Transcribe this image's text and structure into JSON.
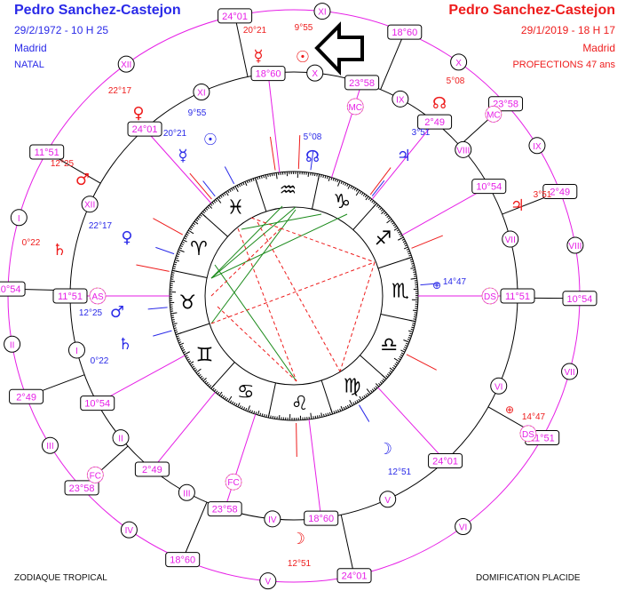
{
  "natal": {
    "name": "Pedro Sanchez-Castejon",
    "datetime": "29/2/1972 - 10 H 25",
    "place": "Madrid",
    "type": "NATAL"
  },
  "profection": {
    "name": "Pedro Sanchez-Castejon",
    "datetime": "29/1/2019 - 18 H 17",
    "place": "Madrid",
    "type": "PROFECTIONS 47 ans"
  },
  "footer": {
    "zodiac": "ZODIAQUE TROPICAL",
    "houses": "DOMIFICATION PLACIDE"
  },
  "colors": {
    "natal": "#2a2ae8",
    "profection": "#ee1c1c",
    "cusp": "#e61ee6",
    "aspect_harmonic": "#1a8a1a",
    "aspect_tense": "#ee1c1c"
  },
  "signs": [
    "♈",
    "♉",
    "♊",
    "♋",
    "♌",
    "♍",
    "♎",
    "♏",
    "♐",
    "♑",
    "♒",
    "♓"
  ],
  "natal_houses": {
    "cusps": [
      "11°51",
      "10°54",
      "2°49",
      "23°58",
      "18°60",
      "24°01",
      "11°51",
      "10°54",
      "2°49",
      "23°58",
      "18°60",
      "24°01"
    ],
    "numerals": [
      "I",
      "II",
      "III",
      "IV",
      "V",
      "VI",
      "VII",
      "VIII",
      "IX",
      "X",
      "XI",
      "XII"
    ],
    "angles": [
      "AS",
      "DS",
      "MC",
      "FC"
    ]
  },
  "profection_houses": {
    "cusps": [
      "10°54",
      "2°49",
      "23°58",
      "18°60",
      "24°01",
      "11°51",
      "10°54",
      "2°49",
      "23°58",
      "18°60",
      "24°01",
      "11°51"
    ],
    "numerals": [
      "I",
      "II",
      "III",
      "IV",
      "V",
      "VI",
      "VII",
      "VIII",
      "IX",
      "X",
      "XI",
      "XII"
    ],
    "angles": [
      "MC",
      "DS",
      "FC"
    ]
  },
  "natal_planets": [
    {
      "name": "mercury",
      "glyph": "☿",
      "degree": "20°21"
    },
    {
      "name": "sun",
      "glyph": "☉",
      "degree": "9°55"
    },
    {
      "name": "north-node",
      "glyph": "☊",
      "degree": "5°08"
    },
    {
      "name": "jupiter",
      "glyph": "♃",
      "degree": "3°51"
    },
    {
      "name": "venus",
      "glyph": "♀",
      "degree": "22°17"
    },
    {
      "name": "mars",
      "glyph": "♂",
      "degree": "12°25"
    },
    {
      "name": "saturn",
      "glyph": "♄",
      "degree": "0°22"
    },
    {
      "name": "part-of-fortune",
      "glyph": "⊕",
      "degree": "14°47"
    },
    {
      "name": "moon",
      "glyph": "☽",
      "degree": "12°51"
    }
  ],
  "profection_planets": [
    {
      "name": "mercury",
      "glyph": "☿",
      "degree": "20°21"
    },
    {
      "name": "sun",
      "glyph": "☉",
      "degree": "9°55"
    },
    {
      "name": "north-node",
      "glyph": "☊",
      "degree": "5°08"
    },
    {
      "name": "jupiter",
      "glyph": "♃",
      "degree": "3°51"
    },
    {
      "name": "venus",
      "glyph": "♀",
      "degree": "22°17"
    },
    {
      "name": "mars",
      "glyph": "♂",
      "degree": "12°25"
    },
    {
      "name": "saturn",
      "glyph": "♄",
      "degree": "0°22"
    },
    {
      "name": "part-of-fortune",
      "glyph": "⊕",
      "degree": "14°47"
    },
    {
      "name": "moon",
      "glyph": "☽",
      "degree": "12°51"
    }
  ]
}
